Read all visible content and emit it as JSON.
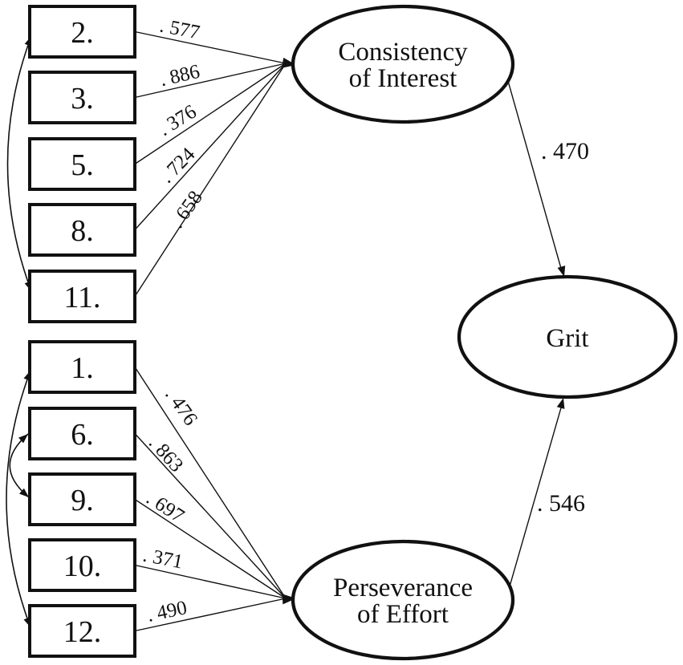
{
  "colors": {
    "ink": "#111111",
    "background": "#ffffff"
  },
  "diagram": {
    "type": "structural-equation-path-diagram",
    "latent_consistency": {
      "line1": "Consistency",
      "line2": "of Interest"
    },
    "latent_perseverance": {
      "line1": "Perseverance",
      "line2": "of Effort"
    },
    "latent_grit": {
      "label": "Grit"
    },
    "consistency_indicators": [
      {
        "label": "2.",
        "loading": ". 577"
      },
      {
        "label": "3.",
        "loading": ". 886"
      },
      {
        "label": "5.",
        "loading": ". 376"
      },
      {
        "label": "8.",
        "loading": ". 724"
      },
      {
        "label": "11.",
        "loading": ". 658"
      }
    ],
    "perseverance_indicators": [
      {
        "label": "1.",
        "loading": ". 476"
      },
      {
        "label": "6.",
        "loading": ". 863"
      },
      {
        "label": "9.",
        "loading": ". 697"
      },
      {
        "label": "10.",
        "loading": ". 371"
      },
      {
        "label": "12.",
        "loading": ". 490"
      }
    ],
    "structural_paths": {
      "consistency_to_grit": ". 470",
      "perseverance_to_grit": ". 546"
    },
    "covariances": [
      {
        "between": "2 and 11"
      },
      {
        "between": "1 and 12"
      },
      {
        "between": "6 and 9"
      }
    ]
  }
}
